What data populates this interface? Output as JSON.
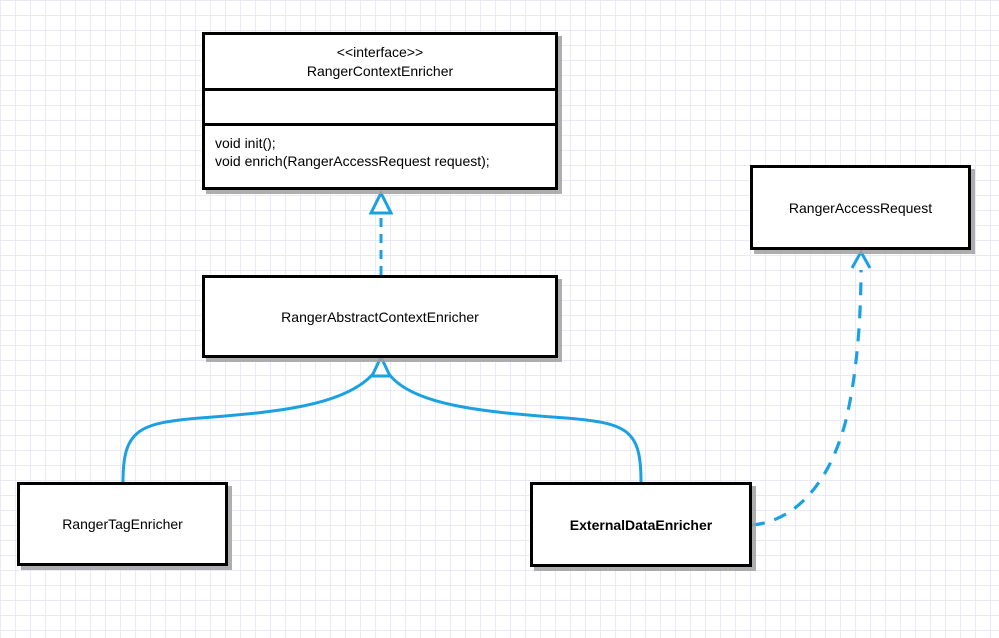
{
  "diagram": {
    "type": "uml-class-diagram",
    "accent_color": "#1ba1e2",
    "border_color": "#000000",
    "shadow_color": "#a0a0a0",
    "background": "#ffffff",
    "grid_color": "#d9d9f2"
  },
  "classes": {
    "context_enricher": {
      "stereotype": "<<interface>>",
      "name": "RangerContextEnricher",
      "attributes": [],
      "operations": [
        "void init();",
        "void enrich(RangerAccessRequest request);"
      ]
    },
    "abstract_enricher": {
      "name": "RangerAbstractContextEnricher"
    },
    "tag_enricher": {
      "name": "RangerTagEnricher"
    },
    "external_enricher": {
      "name": "ExternalDataEnricher"
    },
    "access_request": {
      "name": "RangerAccessRequest"
    }
  },
  "relationships": [
    {
      "id": "rel-abstract-implements-interface",
      "kind": "realization",
      "line_style": "dashed",
      "arrowhead": "hollow-triangle",
      "from": "RangerAbstractContextEnricher",
      "to": "RangerContextEnricher"
    },
    {
      "id": "rel-tag-extends-abstract",
      "kind": "generalization",
      "line_style": "solid",
      "arrowhead": "hollow-triangle",
      "from": "RangerTagEnricher",
      "to": "RangerAbstractContextEnricher"
    },
    {
      "id": "rel-external-extends-abstract",
      "kind": "generalization",
      "line_style": "solid",
      "arrowhead": "hollow-triangle",
      "from": "ExternalDataEnricher",
      "to": "RangerAbstractContextEnricher"
    },
    {
      "id": "rel-external-uses-request",
      "kind": "dependency",
      "line_style": "dashed",
      "arrowhead": "open-arrow",
      "from": "ExternalDataEnricher",
      "to": "RangerAccessRequest"
    }
  ]
}
